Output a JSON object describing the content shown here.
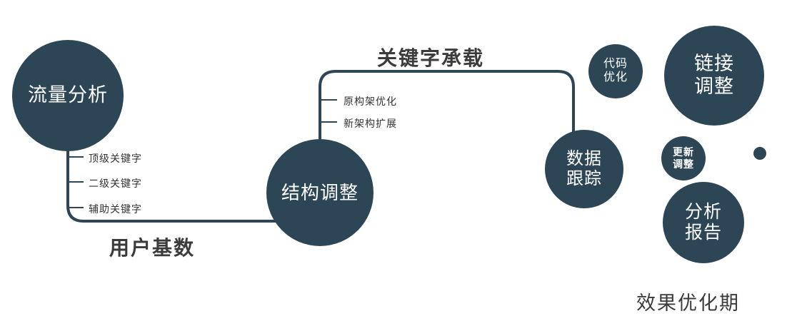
{
  "diagram": {
    "colors": {
      "node_fill": "#2d4656",
      "node_text": "#ffffff",
      "line": "#2d4656",
      "branch_label_text": "#333333",
      "edge_label_text": "#3b3b3b"
    },
    "nodes": {
      "traffic_analysis": {
        "label": "流量分析",
        "lines": [
          "流量分析"
        ]
      },
      "structure_adjustment": {
        "label": "结构调整",
        "lines": [
          "结构调整"
        ]
      },
      "data_tracking": {
        "label": "数据跟踪",
        "lines": [
          "数据",
          "跟踪"
        ]
      },
      "code_optimization": {
        "label": "代码优化",
        "lines": [
          "代码",
          "优化"
        ]
      },
      "link_adjustment": {
        "label": "链接调整",
        "lines": [
          "链接",
          "调整"
        ]
      },
      "update_adjustment": {
        "label": "更新调整",
        "lines": [
          "更新",
          "调整"
        ]
      },
      "analysis_report": {
        "label": "分析报告",
        "lines": [
          "分析",
          "报告"
        ]
      }
    },
    "edge_labels": {
      "user_base": "用户基数",
      "keyword_bearing": "关键字承载"
    },
    "branches": {
      "keywords": [
        "顶级关键字",
        "二级关键字",
        "辅助关键字"
      ],
      "architecture": [
        "原构架优化",
        "新架构扩展"
      ]
    },
    "phase_label": "效果优化期"
  }
}
